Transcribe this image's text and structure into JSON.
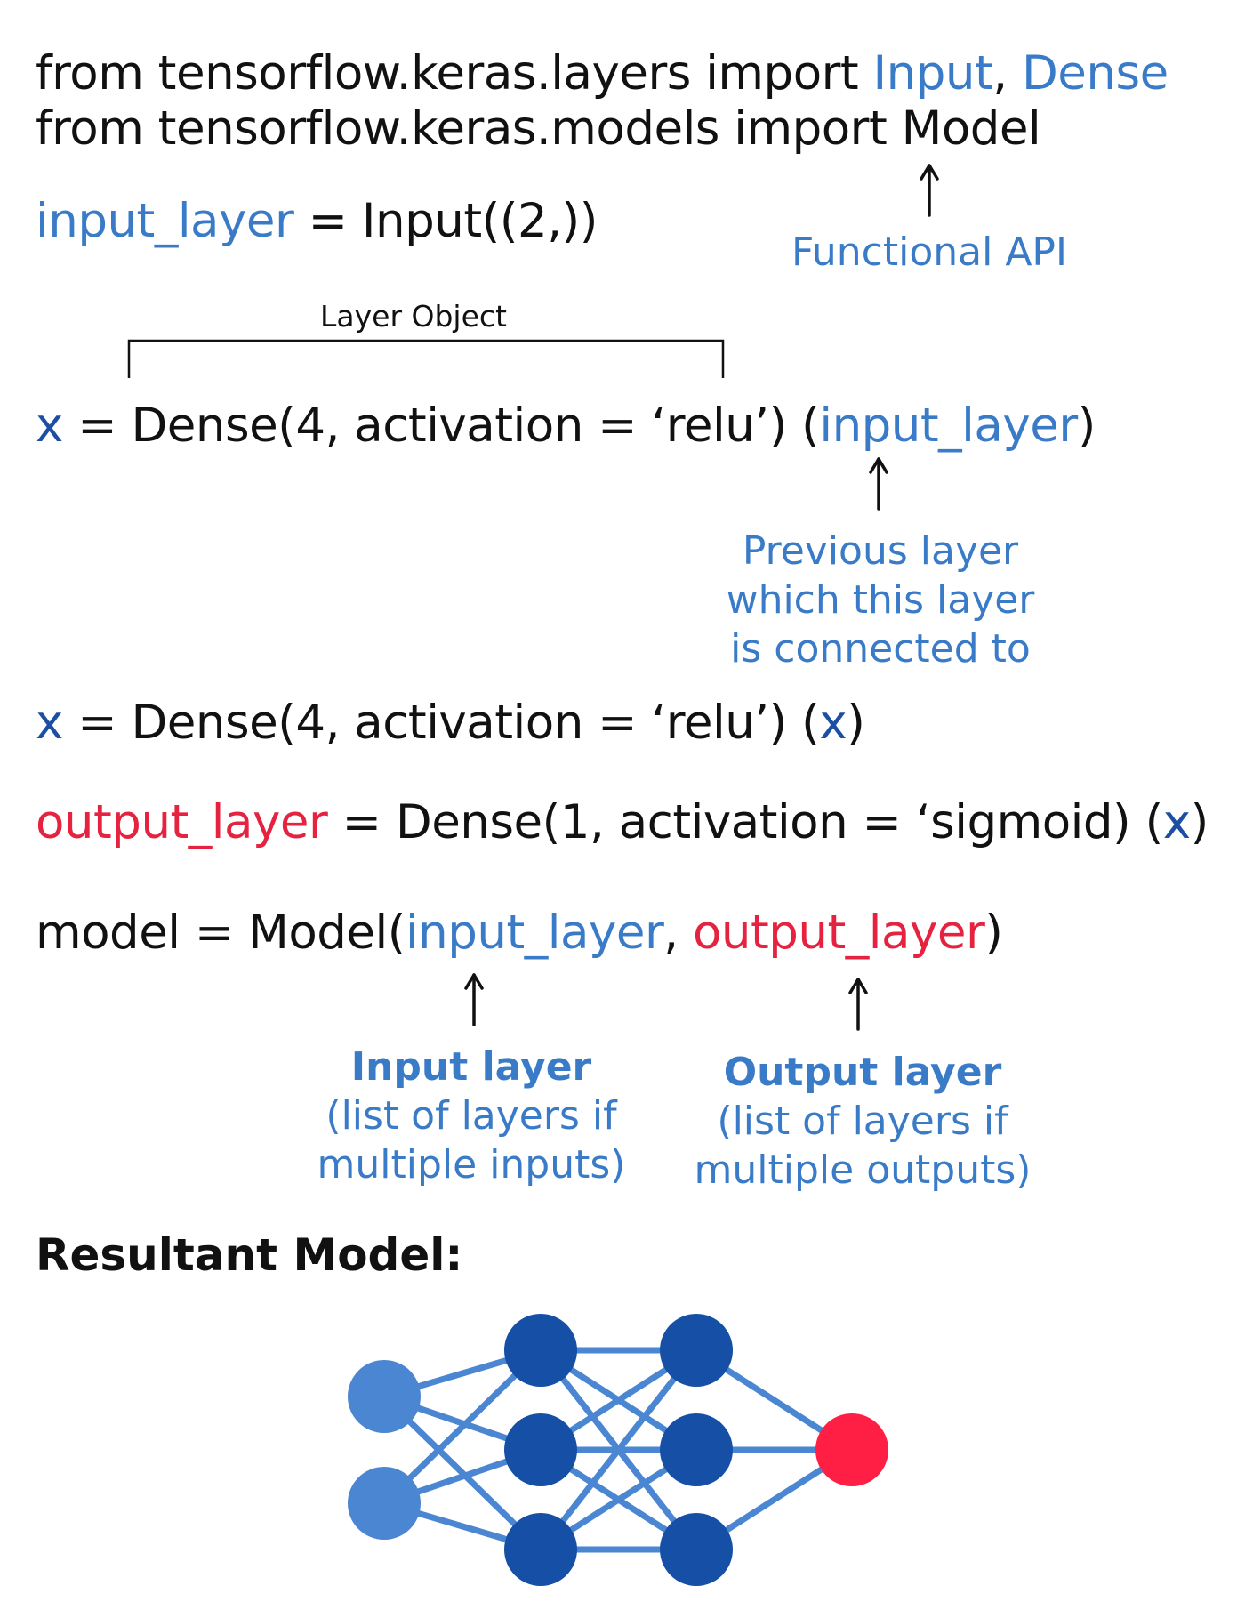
{
  "imports": {
    "line1": {
      "prefix": "from tensorflow.keras.layers import ",
      "name1": "Input",
      "sep": ", ",
      "name2": "Dense"
    },
    "line2": {
      "prefix": "from tensorflow.keras.models import Model"
    }
  },
  "input_line": {
    "var": "input_layer",
    "rest": " = Input((2,))"
  },
  "functional_api": "Functional API",
  "layer_object": "Layer Object",
  "dense1": {
    "var": "x",
    "call": " = Dense(4, activation = ‘relu’) (",
    "arg": "input_layer",
    "close": ")"
  },
  "previous_layer_note": [
    "Previous layer",
    "which this layer",
    "is connected to"
  ],
  "dense2": {
    "var": "x",
    "call": " = Dense(4, activation = ‘relu’) (",
    "arg": "x",
    "close": ")"
  },
  "output_line": {
    "var": "output_layer",
    "call": " = Dense(1, activation = ‘sigmoid) (",
    "arg": "x",
    "close": ")"
  },
  "model_line": {
    "prefix": "model = Model(",
    "arg1": "input_layer",
    "sep": ", ",
    "arg2": "output_layer",
    "close": ")"
  },
  "input_note": {
    "title": "Input layer",
    "lines": [
      "(list of layers if",
      "multiple inputs)"
    ]
  },
  "output_note": {
    "title": "Output layer",
    "lines": [
      "(list of layers if",
      "multiple outputs)"
    ]
  },
  "resultant": "Resultant Model:",
  "network": {
    "layers": [
      2,
      3,
      3,
      1
    ],
    "colors": {
      "input": "#4a86d1",
      "hidden": "#1550a6",
      "output": "#ff1f45",
      "edge": "#4a86d1",
      "code_blue": "#3a7bc8",
      "code_red": "#e5223f"
    }
  }
}
